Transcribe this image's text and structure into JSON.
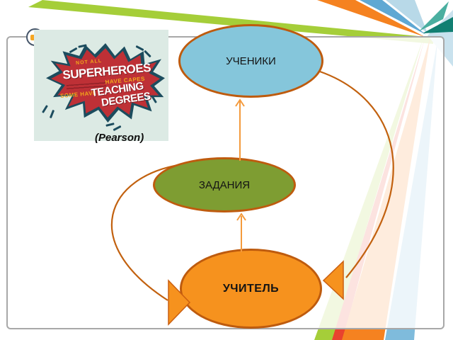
{
  "slide": {
    "poster": {
      "line_not_all": "NOT ALL",
      "line_superheroes": "SUPERHEROES",
      "line_have_capes": "HAVE CAPES",
      "line_some_have": "SOME HAVE",
      "line_teaching": "TEACHING",
      "line_degrees": "DEGREES",
      "credit": "(Pearson)"
    },
    "diagram": {
      "nodes": [
        {
          "id": "students",
          "label": "УЧЕНИКИ",
          "fill": "#85C6DB"
        },
        {
          "id": "tasks",
          "label": "ЗАДАНИЯ",
          "fill": "#7E9D32"
        },
        {
          "id": "teacher",
          "label": "УЧИТЕЛЬ",
          "fill": "#F6921E"
        }
      ],
      "outline_color": "#BE5B0E",
      "connector_color": "#F49A3C",
      "arc_color": "#C2610F"
    },
    "theme": {
      "lime": "#A5CE39",
      "orange": "#F58220",
      "blue": "#5FA8D3",
      "pale_blue": "#B8D9E8",
      "teal_light": "#4AAFA0",
      "teal_dark": "#117F72",
      "red": "#E8432E",
      "bottom_blue": "#7FBBDC",
      "frame_border": "#A8A8A8",
      "starburst_red": "#BE3036",
      "starburst_outline": "#1C4C5E",
      "poster_bg": "#DCEAE4",
      "poster_amber": "#F2A71B"
    }
  }
}
